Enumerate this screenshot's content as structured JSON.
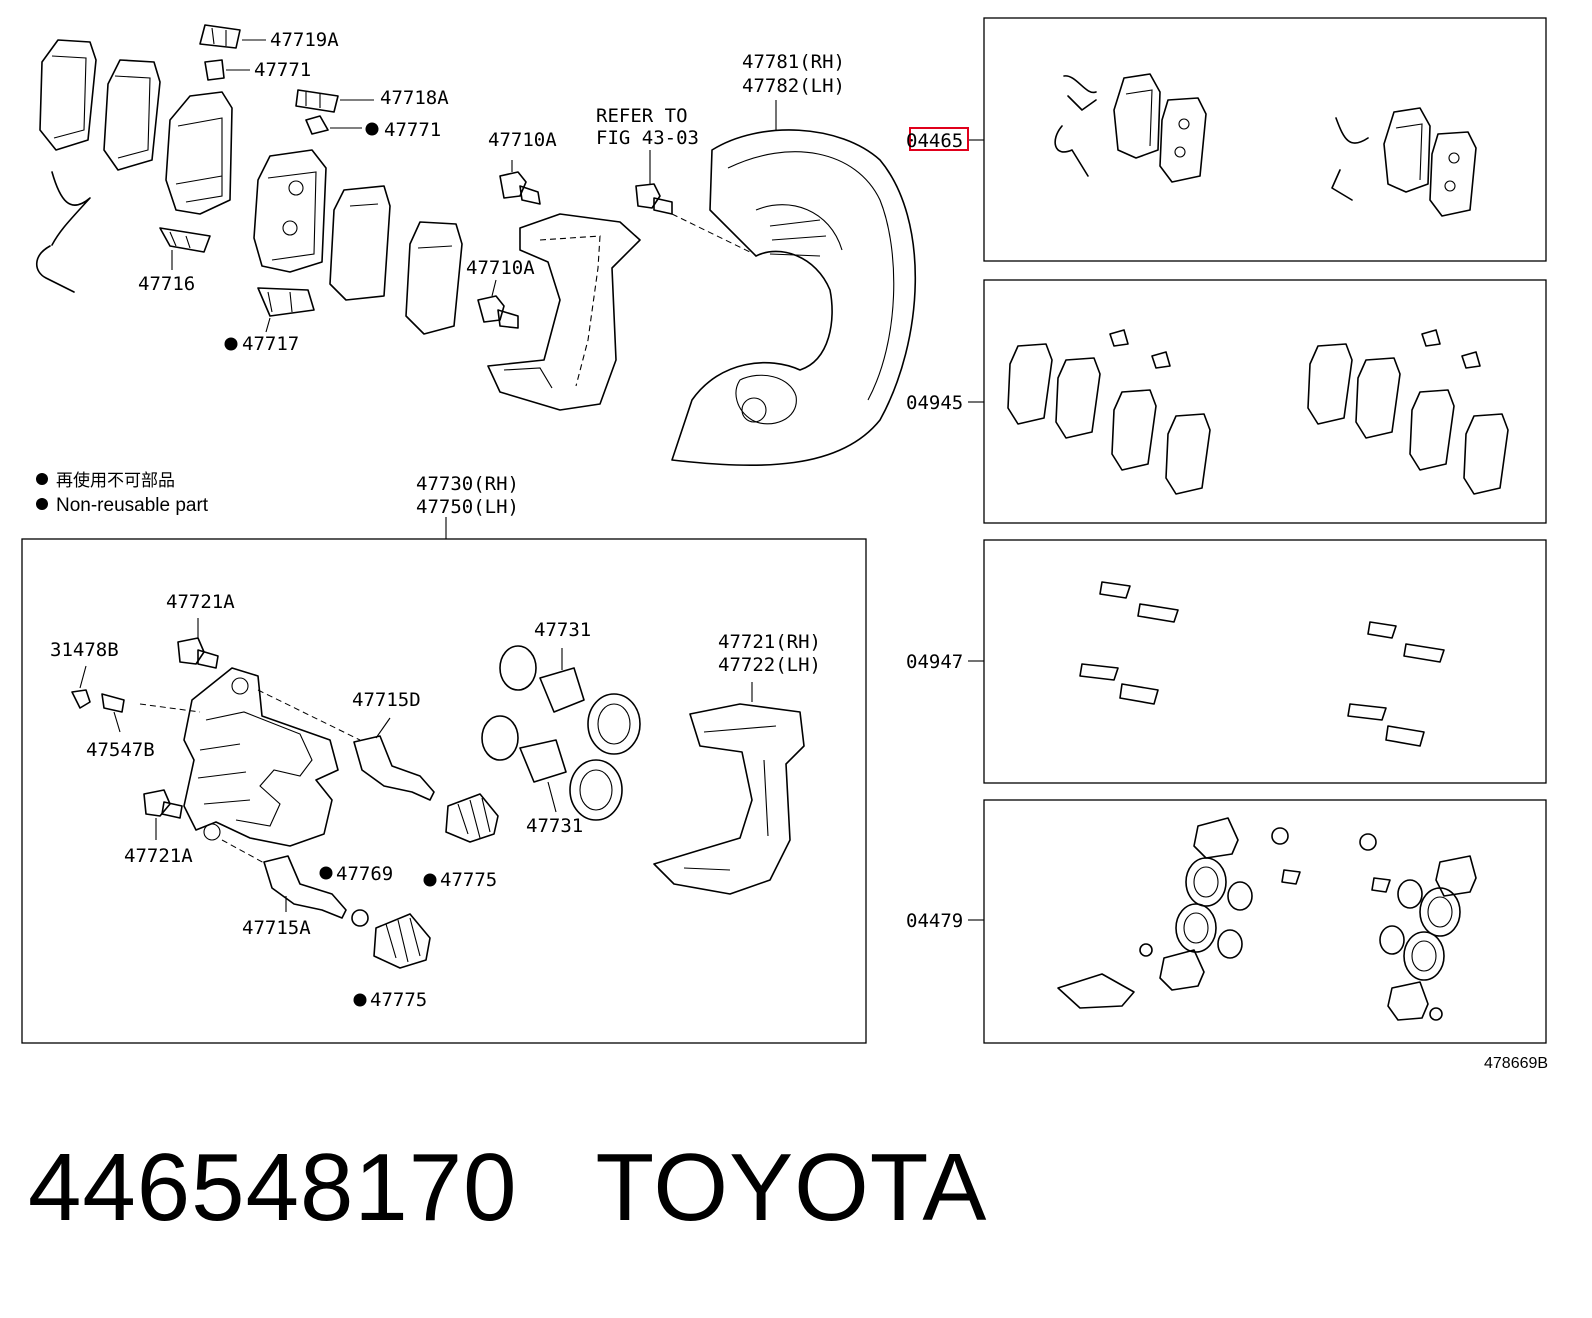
{
  "legend": {
    "bullet_jp": "再使用不可部品",
    "bullet_en": "Non-reusable part"
  },
  "refer": {
    "line1": "REFER TO",
    "line2": "FIG 43-03"
  },
  "parts": {
    "p47719A": "47719A",
    "p47771a": "47771",
    "p47718A": "47718A",
    "p47771b": "47771",
    "p47710A_top": "47710A",
    "p47710A_mid": "47710A",
    "p47716": "47716",
    "p47717": "47717",
    "p47781": "47781(RH)",
    "p47782": "47782(LH)",
    "p47730": "47730(RH)",
    "p47750": "47750(LH)",
    "p47721A_top": "47721A",
    "p31478B": "31478B",
    "p47547B": "47547B",
    "p47721A_bot": "47721A",
    "p47715D": "47715D",
    "p47715A": "47715A",
    "p47769": "47769",
    "p47775a": "47775",
    "p47775b": "47775",
    "p47731_top": "47731",
    "p47731_bot": "47731",
    "p47721": "47721(RH)",
    "p47722": "47722(LH)"
  },
  "kits": {
    "k04465": "04465",
    "k04945": "04945",
    "k04947": "04947",
    "k04479": "04479"
  },
  "figure_id": "478669B",
  "caption": {
    "part_number": "446548170",
    "brand": "TOYOTA"
  },
  "colors": {
    "highlight": "#e0001b",
    "ink": "#000000"
  }
}
